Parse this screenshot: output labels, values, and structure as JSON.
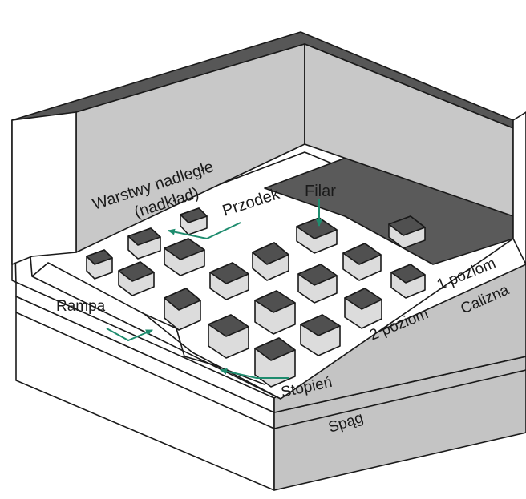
{
  "labels": {
    "overburden_line1": "Warstwy nadległe",
    "overburden_line2": "(nadkład)",
    "przodek": "Przodek",
    "filar": "Filar",
    "poziom1": "1 poziom",
    "poziom2": "2 poziom",
    "calizna": "Calizna",
    "rampa": "Rampa",
    "stopien": "Stopień",
    "spag": "Spąg"
  },
  "colors": {
    "pillar_top": "#505050",
    "pillar_side": "#dcdcdc",
    "wall_top": "#575757",
    "wall_face": "#c8c8c8",
    "floor_dark": "#5a5a5a",
    "base_side": "#c4c4c4",
    "arrow": "#1e8c6e",
    "line": "#1a1a1a"
  },
  "icons": [
    "arrow-icon"
  ]
}
